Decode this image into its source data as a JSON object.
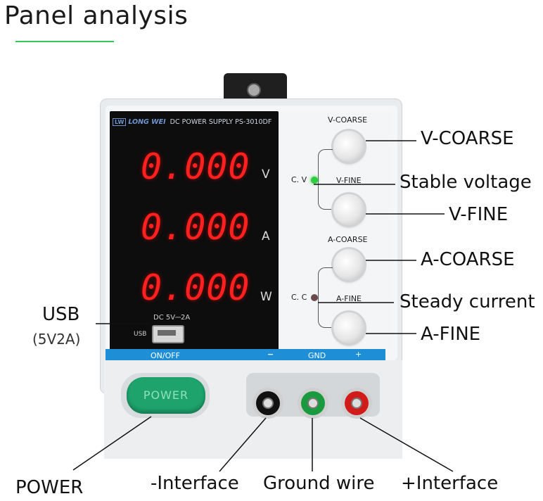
{
  "title": "Panel analysis",
  "colors": {
    "accent_rule": "#34c759",
    "led_red": "#ff2020",
    "bar_blue": "#1e8fd6",
    "power_green": "#1ea36c",
    "cv_led": "#2ecc40"
  },
  "display": {
    "brand_logo": "LW",
    "brand_name": "LONG WEI",
    "model": "DC POWER SUPPLY PS-3010DF",
    "readings": [
      {
        "value": "0.000",
        "unit": "V"
      },
      {
        "value": "0.000",
        "unit": "A"
      },
      {
        "value": "0.000",
        "unit": "W"
      }
    ],
    "usb_rating": "DC 5V⎓2A",
    "usb_label": "USB"
  },
  "knob_panel": {
    "v_coarse": "V-COARSE",
    "cv": "C. V",
    "v_fine": "V-FINE",
    "a_coarse": "A-COARSE",
    "cc": "C. C",
    "a_fine": "A-FINE"
  },
  "bluebar": {
    "onoff": "ON/OFF",
    "minus": "−",
    "gnd": "GND",
    "plus": "+"
  },
  "power_button": "POWER",
  "callouts": {
    "v_coarse": "V-COARSE",
    "stable_voltage": "Stable voltage",
    "v_fine": "V-FINE",
    "a_coarse": "A-COARSE",
    "steady_current": "Steady current",
    "a_fine": "A-FINE",
    "usb": "USB",
    "usb_spec": "(5V2A)",
    "power": "POWER",
    "minus_interface": "-Interface",
    "ground_wire": "Ground wire",
    "plus_interface": "+Interface"
  }
}
